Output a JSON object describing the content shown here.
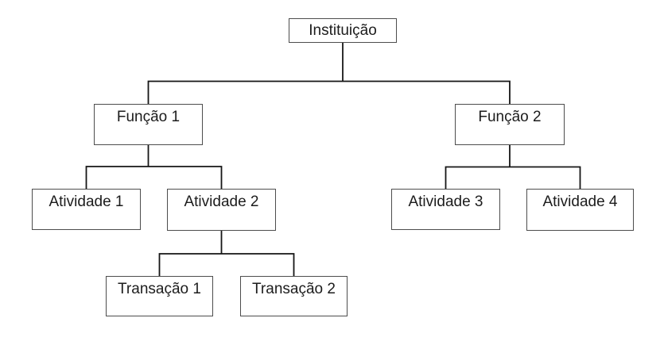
{
  "diagram": {
    "type": "org-chart",
    "nodes": {
      "instituicao": {
        "label": "Instituição",
        "level": 1
      },
      "funcao1": {
        "label": "Função 1",
        "level": 2
      },
      "funcao2": {
        "label": "Função 2",
        "level": 2
      },
      "atividade1": {
        "label": "Atividade 1",
        "level": 3
      },
      "atividade2": {
        "label": "Atividade 2",
        "level": 3
      },
      "atividade3": {
        "label": "Atividade 3",
        "level": 3
      },
      "atividade4": {
        "label": "Atividade 4",
        "level": 3
      },
      "transacao1": {
        "label": "Transação 1",
        "level": 4
      },
      "transacao2": {
        "label": "Transação 2",
        "level": 4
      }
    },
    "edges": [
      {
        "from": "Instituição",
        "to": "Função 1"
      },
      {
        "from": "Instituição",
        "to": "Função 2"
      },
      {
        "from": "Função 1",
        "to": "Atividade 1"
      },
      {
        "from": "Função 1",
        "to": "Atividade 2"
      },
      {
        "from": "Função 2",
        "to": "Atividade 3"
      },
      {
        "from": "Função 2",
        "to": "Atividade 4"
      },
      {
        "from": "Atividade 2",
        "to": "Transação 1"
      },
      {
        "from": "Atividade 2",
        "to": "Transação 2"
      }
    ],
    "colors": {
      "background": "#ffffff",
      "box_fill": "#ffffff",
      "box_border": "#4d4d4d",
      "connector": "#161616",
      "text": "#1c1c1c"
    }
  }
}
